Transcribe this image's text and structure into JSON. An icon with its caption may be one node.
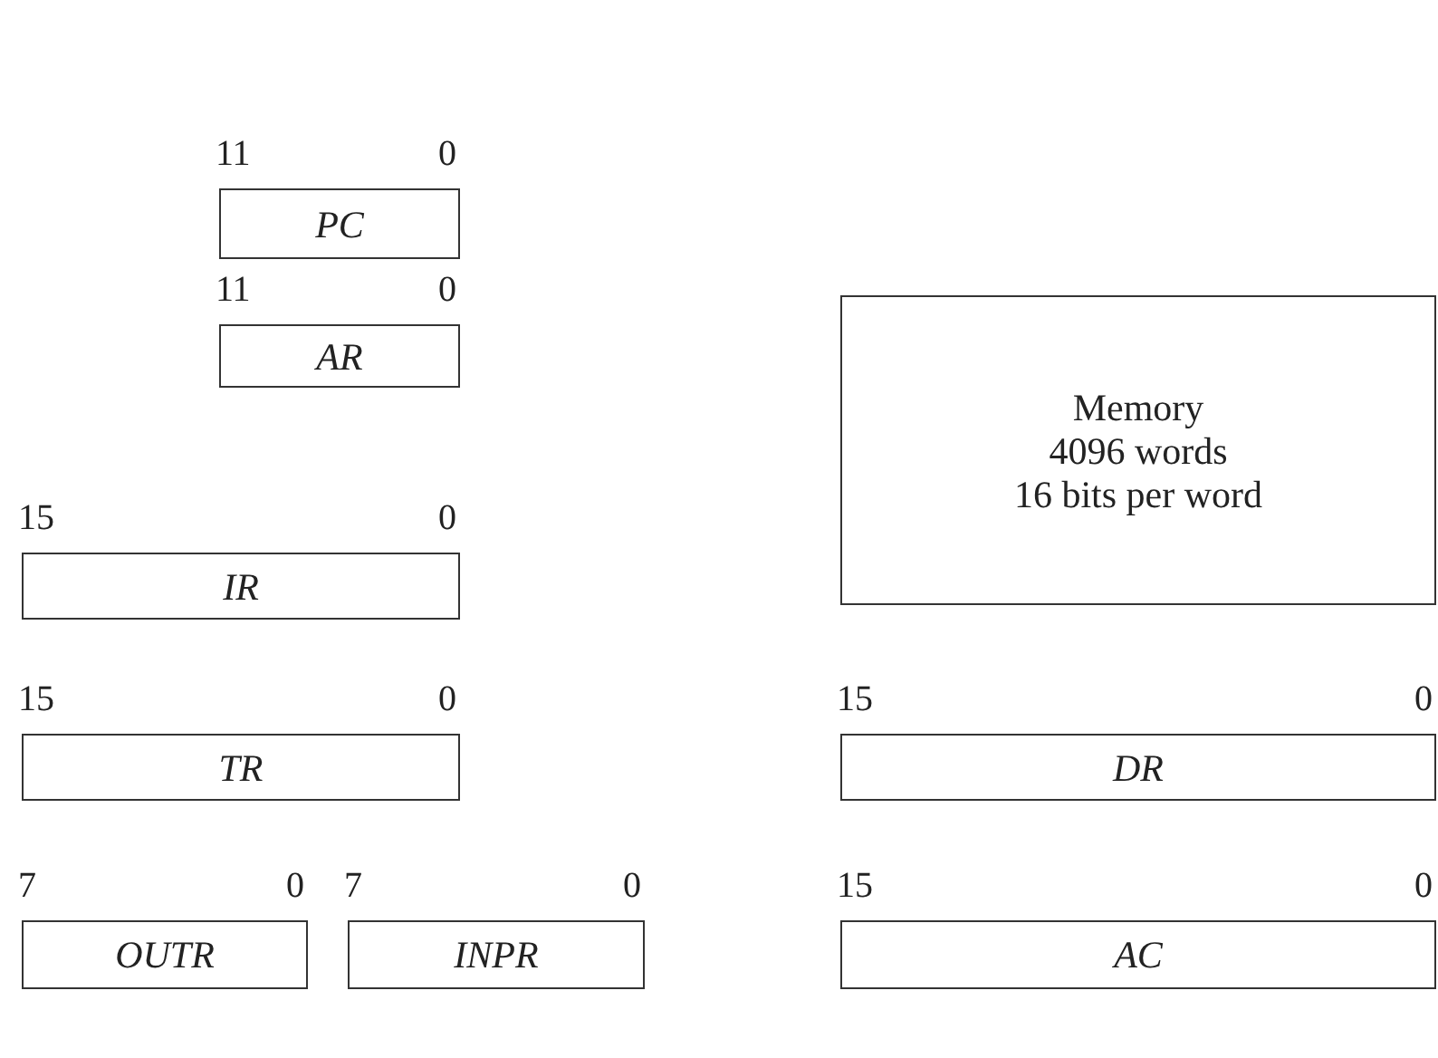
{
  "diagram": {
    "nodes": [
      {
        "text": [
          "PC"
        ],
        "beside": [
          "11",
          "0"
        ]
      },
      {
        "text": [
          "AR"
        ],
        "beside": [
          "11",
          "0"
        ]
      },
      {
        "text": [
          "Memory",
          "4096 words",
          "16 bits per word"
        ]
      },
      {
        "text": [
          "IR"
        ],
        "beside": [
          "15",
          "0"
        ]
      },
      {
        "text": [
          "TR"
        ],
        "beside": [
          "15",
          "0"
        ]
      },
      {
        "text": [
          "DR"
        ],
        "beside": [
          "15",
          "0"
        ]
      },
      {
        "text": [
          "OUTR"
        ],
        "beside": [
          "7",
          "0"
        ]
      },
      {
        "text": [
          "INPR"
        ],
        "beside": [
          "7",
          "0"
        ]
      },
      {
        "text": [
          "AC"
        ],
        "beside": [
          "15",
          "0"
        ]
      }
    ]
  }
}
